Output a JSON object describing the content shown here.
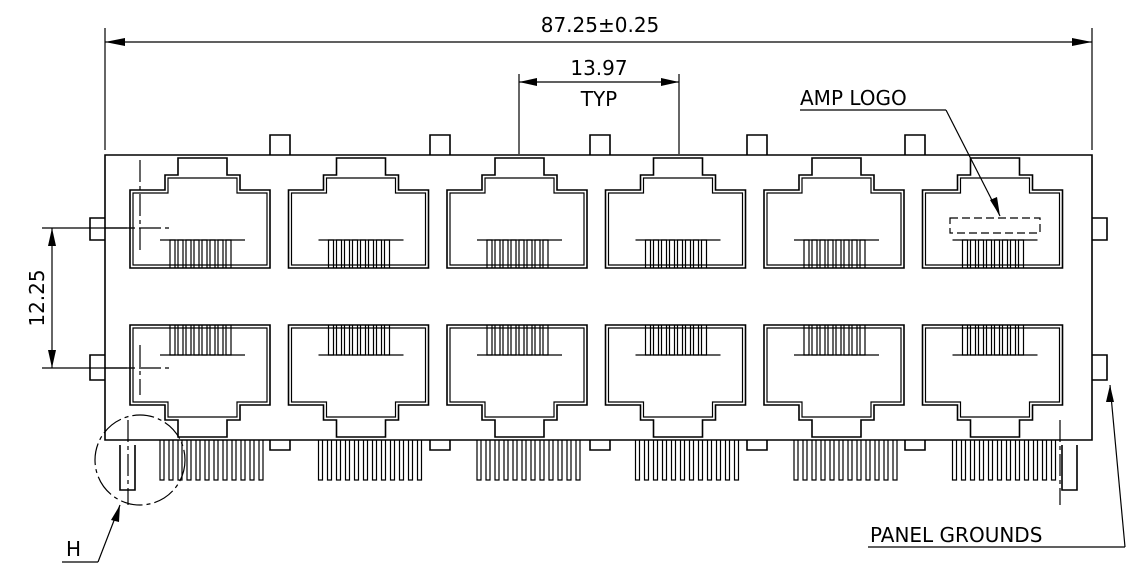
{
  "dimensions": {
    "overall_width": "87.25±0.25",
    "port_pitch": "13.97",
    "port_pitch_note": "TYP",
    "row_spacing": "12.25"
  },
  "callouts": {
    "logo": "AMP LOGO",
    "panel_grounds": "PANEL GROUNDS",
    "detail": "H"
  },
  "ports": {
    "columns": 6,
    "rows": 2
  }
}
